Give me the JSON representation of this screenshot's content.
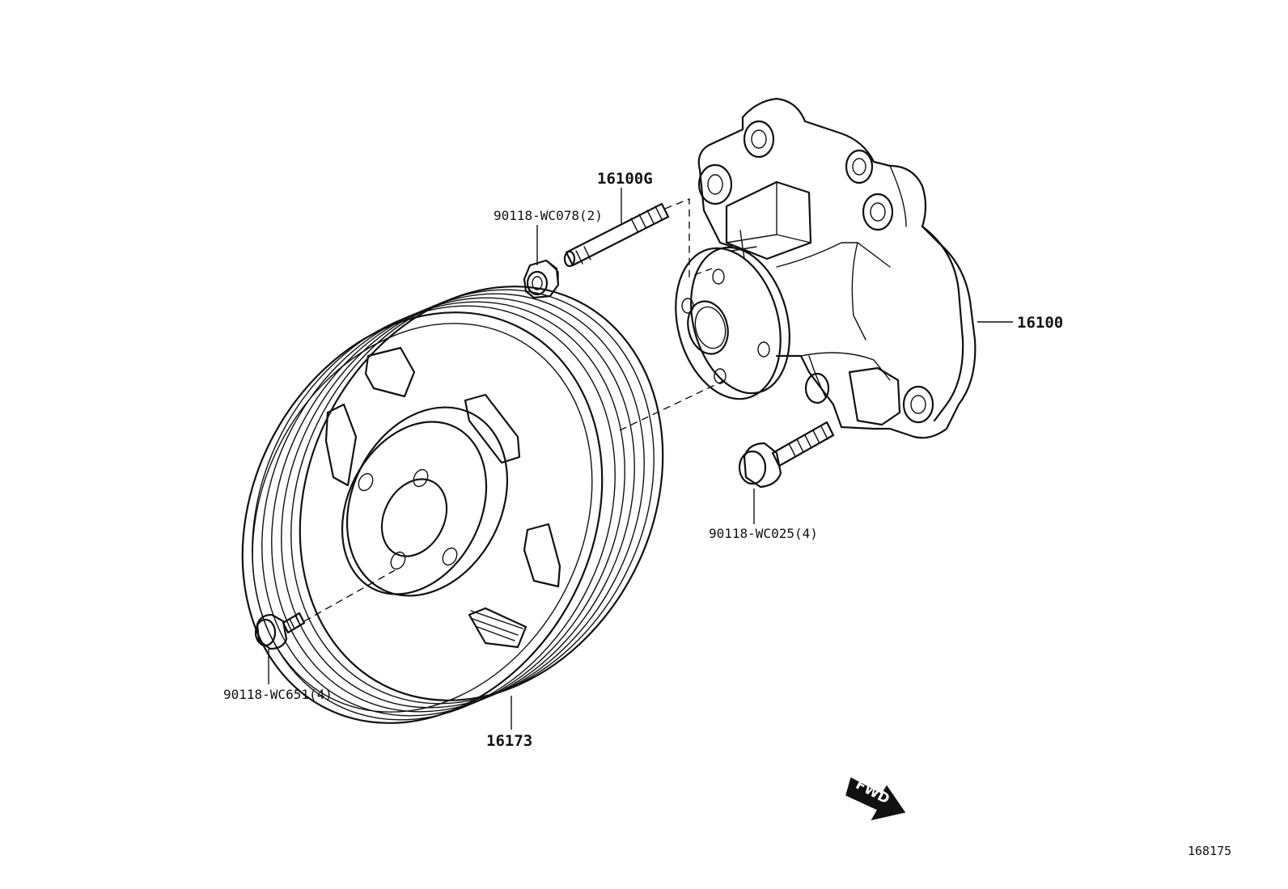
{
  "callouts": {
    "water_pump": "16100",
    "pump_stud": "16100G",
    "pump_stud_nut": "90118-WC078(2)",
    "pump_bolt": "90118-WC025(4)",
    "pulley": "16173",
    "pulley_bolt": "90118-WC651(4)"
  },
  "direction_marker": "FWD",
  "diagram_number": "168175"
}
